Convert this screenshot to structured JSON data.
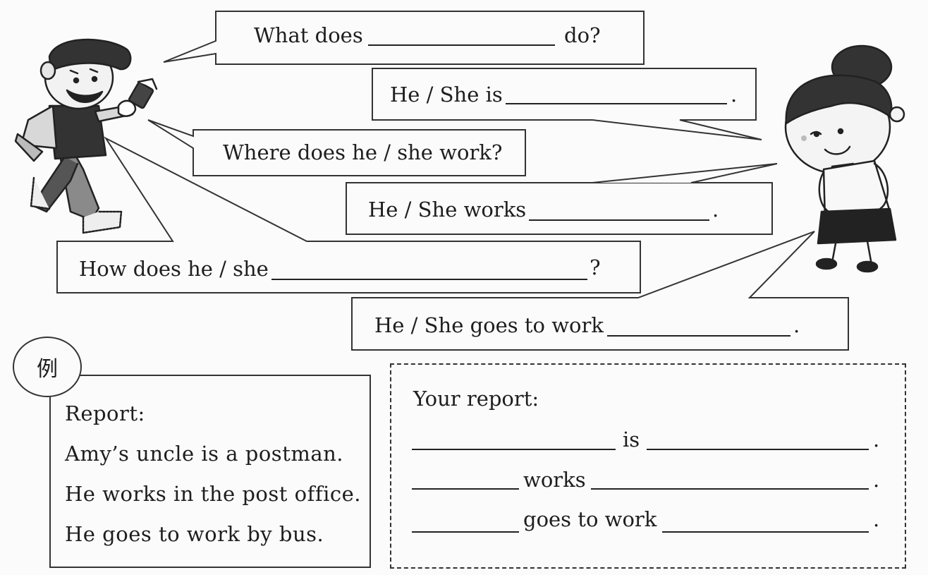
{
  "bubbles": {
    "q1": {
      "before": "What does",
      "after": "do?"
    },
    "a1": {
      "before": "He / She is",
      "after": "."
    },
    "q2": {
      "text": "Where does he / she work?"
    },
    "a2": {
      "before": "He / She works",
      "after": "."
    },
    "q3": {
      "before": "How does he / she",
      "after": "?"
    },
    "a3": {
      "before": "He / She goes to work",
      "after": "."
    }
  },
  "example": {
    "badge": "例",
    "title": "Report:",
    "lines": [
      "Amy’s uncle is a postman.",
      "He works in the post office.",
      "He goes to work by bus."
    ]
  },
  "report": {
    "title": "Your report:",
    "line1_word": "is",
    "line2_word": "works",
    "line3_word": "goes to work",
    "period": "."
  }
}
